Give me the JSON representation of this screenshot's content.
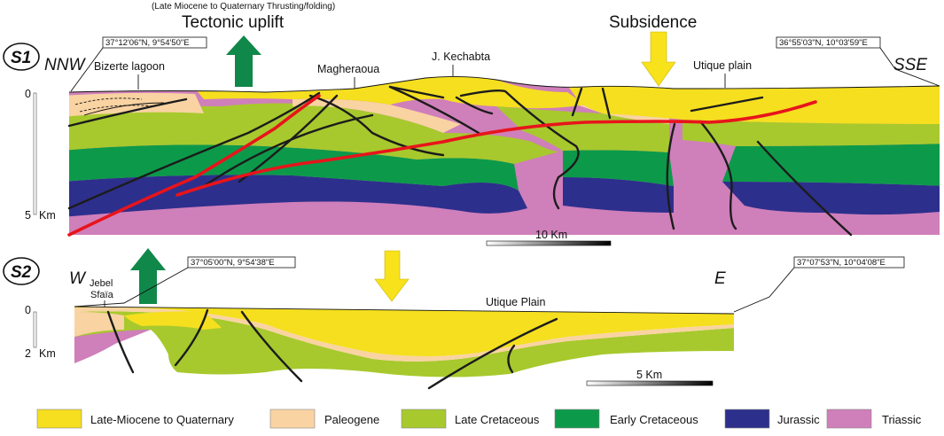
{
  "uplift_subtitle": "(Late Miocene to Quaternary Thrusting/folding)",
  "uplift_label": "Tectonic uplift",
  "subsidence_label": "Subsidence",
  "section1": {
    "id": "S1",
    "dir_left": "NNW",
    "dir_right": "SSE",
    "coord_left": "37°12'06\"N, 9°54'50\"E",
    "coord_right": "36°55'03\"N, 10°03'59\"E",
    "depth_top": "0",
    "depth_bottom": "5",
    "depth_unit": "Km",
    "places": [
      "Bizerte lagoon",
      "Magheraoua",
      "J. Kechabta",
      "Utique plain"
    ],
    "scale": "10 Km"
  },
  "section2": {
    "id": "S2",
    "dir_left": "W",
    "dir_right": "E",
    "coord_left": "37°05'00\"N, 9°54'38\"E",
    "coord_right": "37°07'53\"N, 10°04'08\"E",
    "depth_top": "0",
    "depth_bottom": "2",
    "depth_unit": "Km",
    "places": [
      "Jebel",
      "Sfaïa",
      "Utique Plain"
    ],
    "scale": "5 Km"
  },
  "legend": [
    {
      "label": "Late-Miocene to Quaternary",
      "color": "#f5df1f"
    },
    {
      "label": "Paleogene",
      "color": "#f9d3a2"
    },
    {
      "label": "Late Cretaceous",
      "color": "#a7c92d"
    },
    {
      "label": "Early Cretaceous",
      "color": "#0c9a4a"
    },
    {
      "label": "Jurassic",
      "color": "#2d2f8c"
    },
    {
      "label": "Triassic",
      "color": "#cf7fba"
    }
  ],
  "colors": {
    "arrow_up": "#10884a",
    "arrow_down": "#f7e21c",
    "thrust": "#e8141b"
  }
}
